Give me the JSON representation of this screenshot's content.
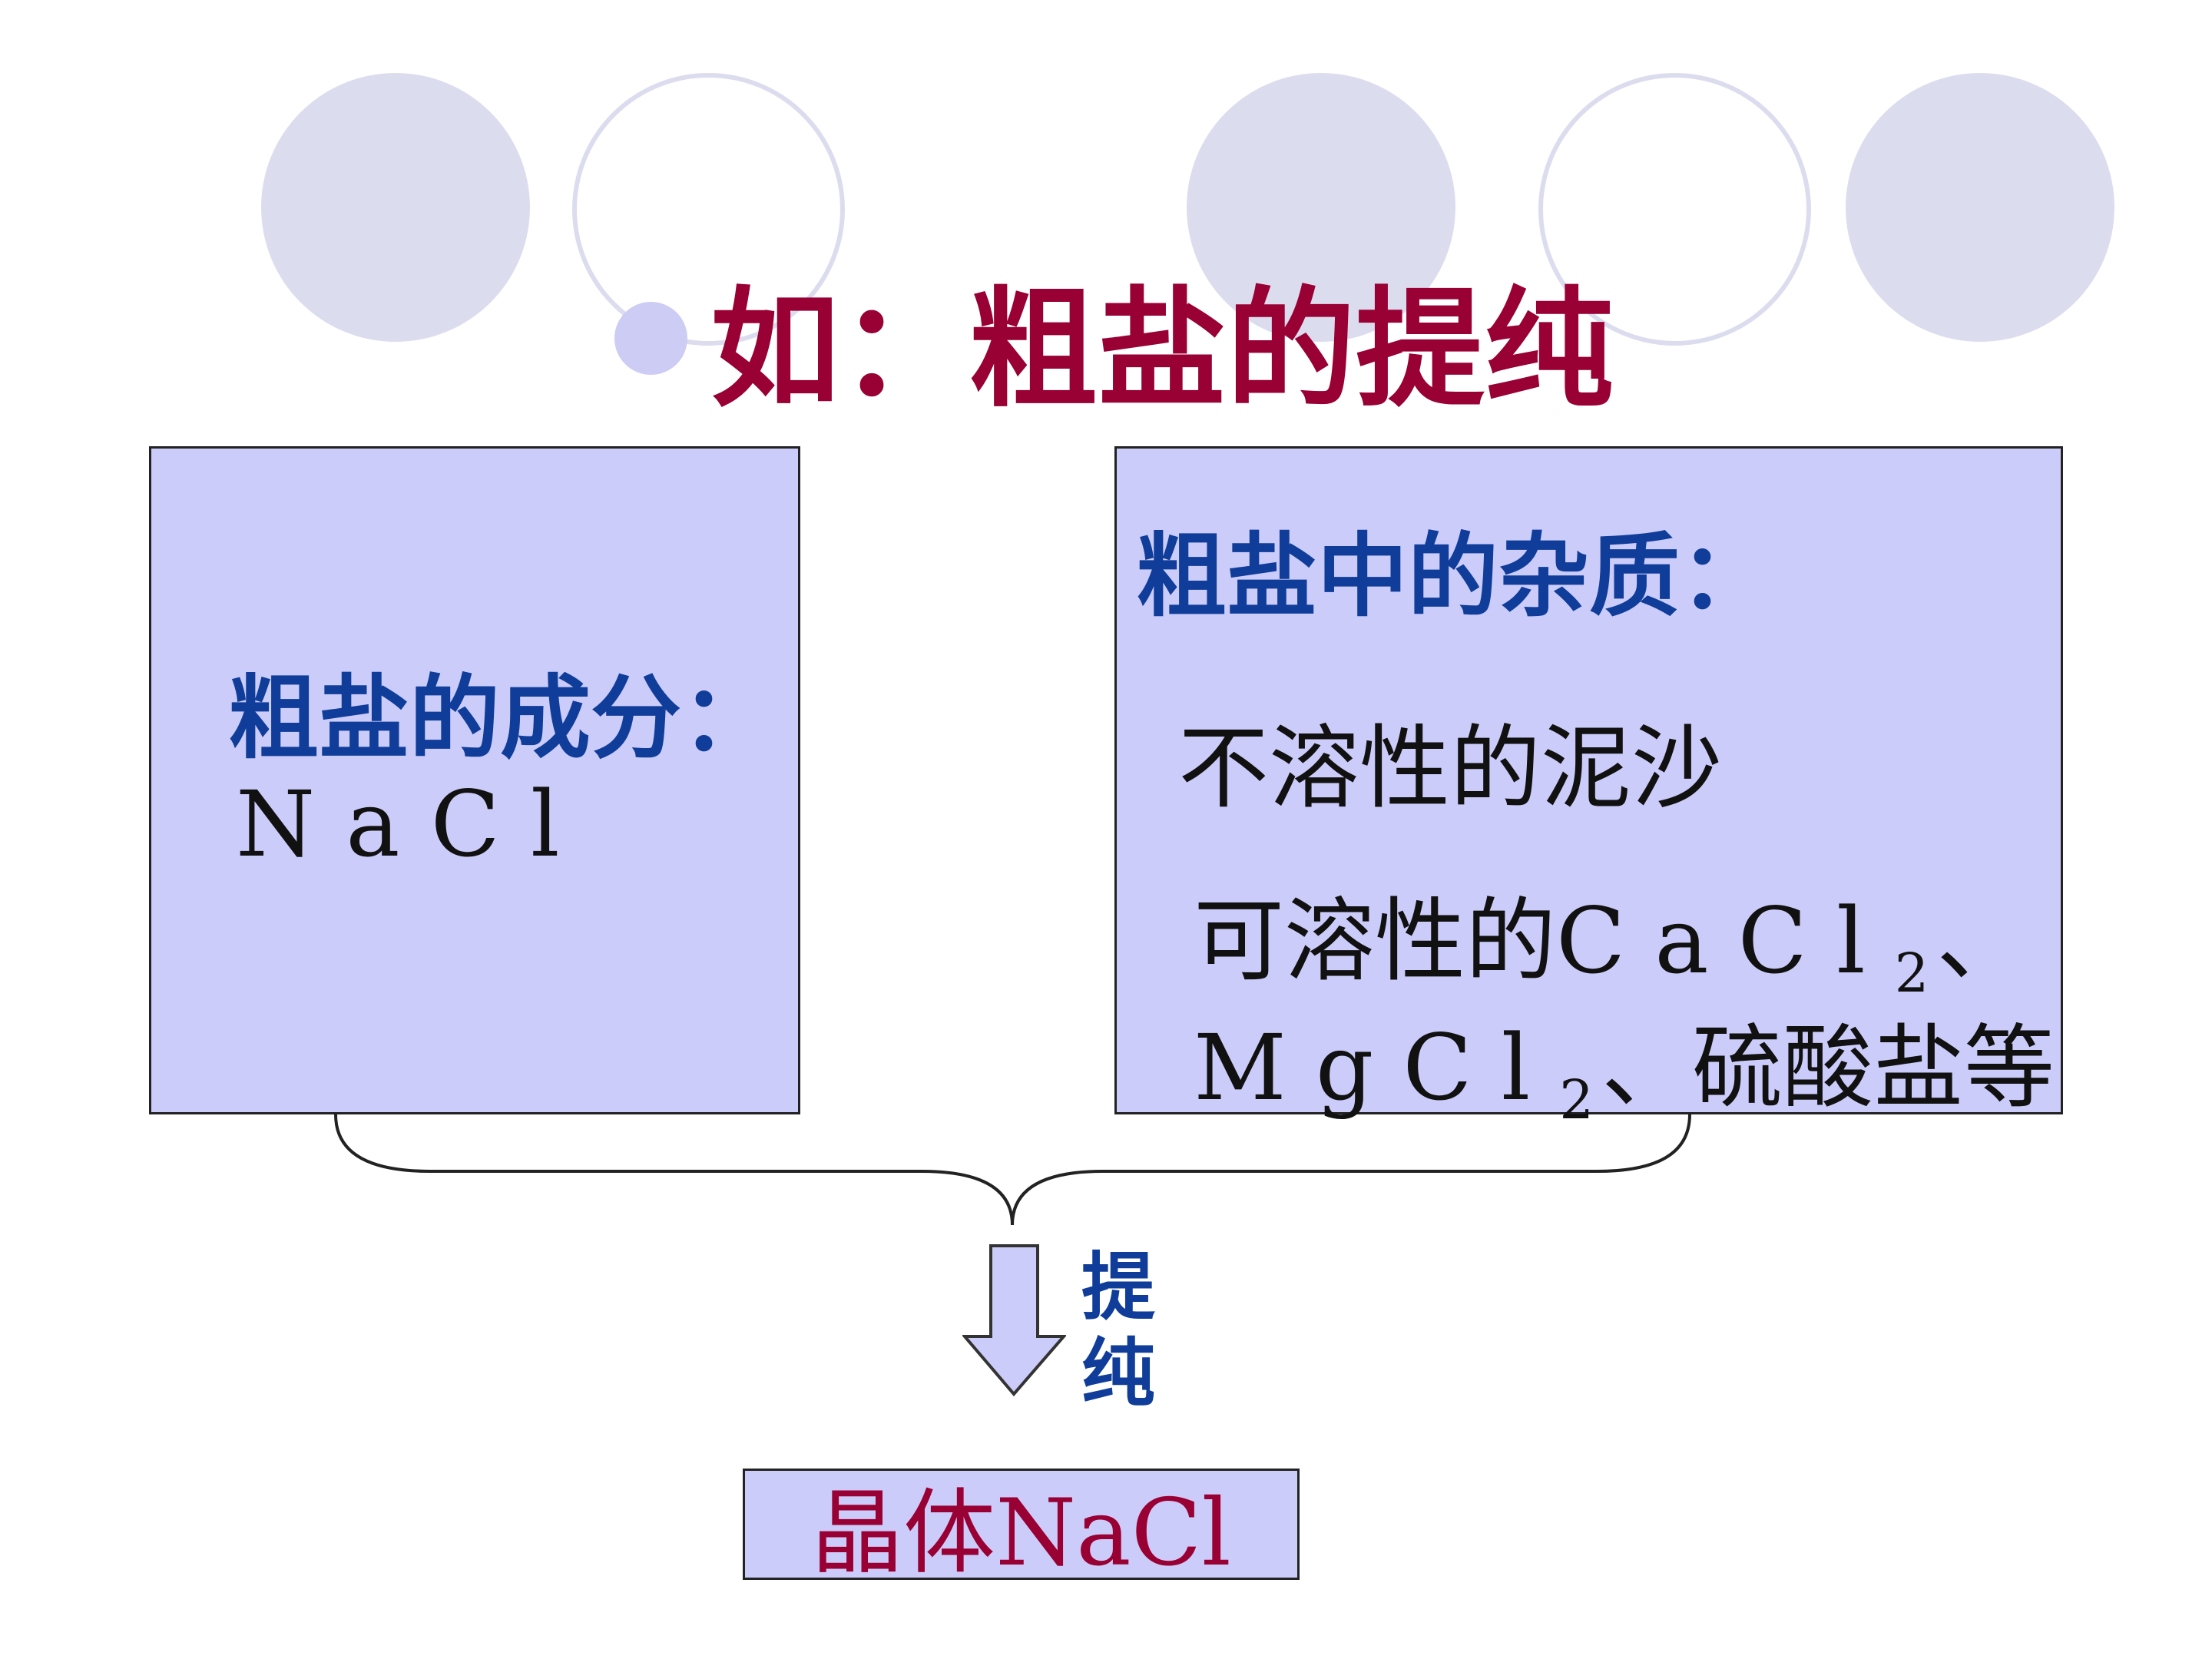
{
  "title": "如：粗盐的提纯",
  "composition": {
    "heading": "粗盐的成分：",
    "formula": "NaCl"
  },
  "impurities": {
    "heading": "粗盐中的杂质：",
    "insoluble": "不溶性的泥沙",
    "soluble_prefix": "可溶性的",
    "cacl_base": "CaCl",
    "sub_2": "2",
    "separator": "、",
    "mgcl_base": "MgCl",
    "sulfate": "硫酸盐等"
  },
  "process_label": "提纯",
  "result": "晶体NaCl",
  "colors": {
    "title": "#990033",
    "box_fill": "#ccccfa",
    "heading_blue": "#0f3d99",
    "deco_circle": "#dcdcef"
  },
  "icons": {
    "title_bullet": "circle-bullet-icon",
    "arrow": "down-arrow-icon",
    "brace": "curly-brace-icon"
  }
}
